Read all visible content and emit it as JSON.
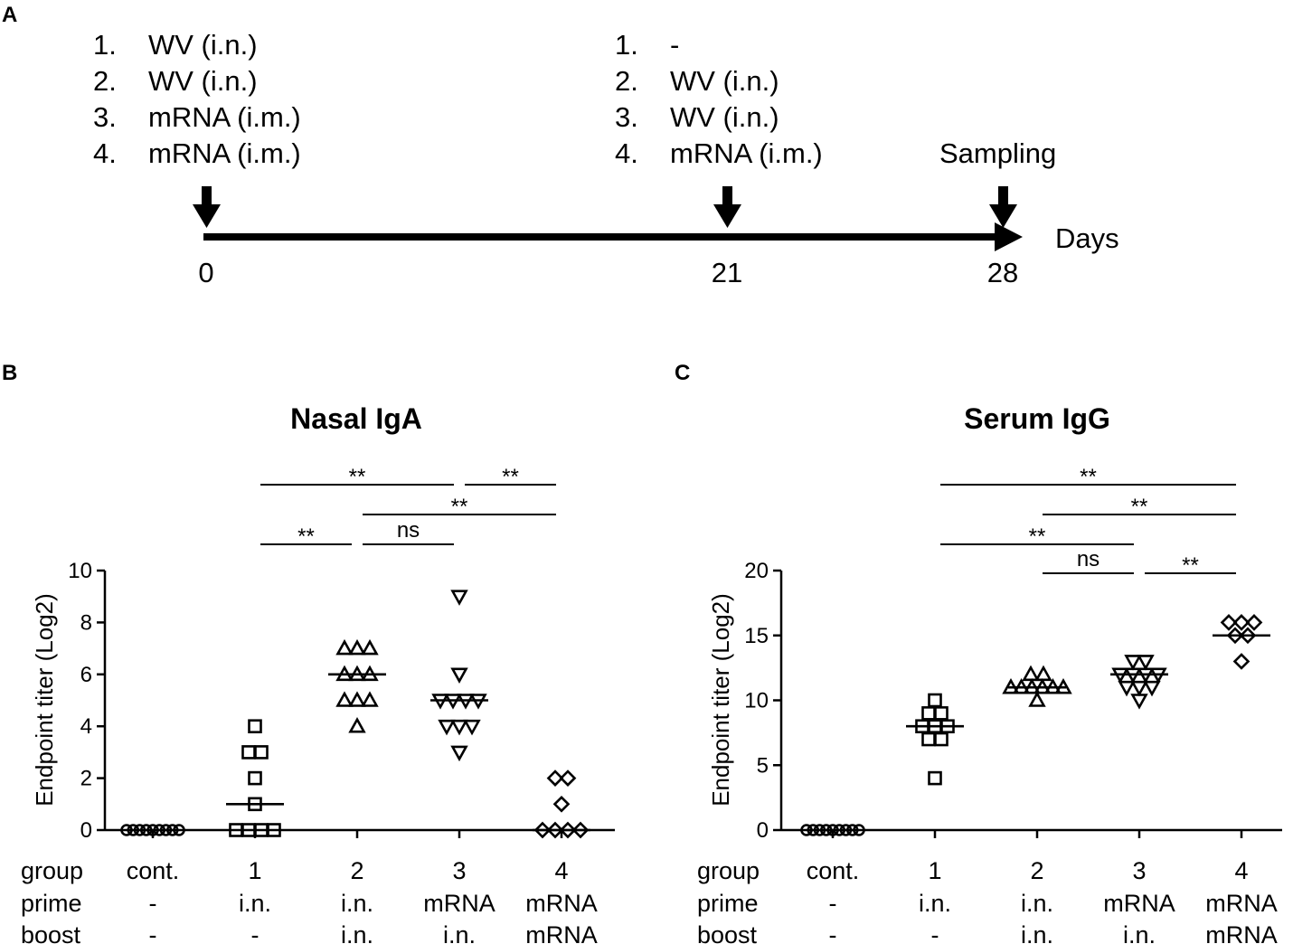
{
  "panel_a": {
    "letter": "A",
    "events": [
      {
        "day": "0",
        "lines": [
          {
            "num": "1.",
            "text": "WV (i.n.)"
          },
          {
            "num": "2.",
            "text": "WV (i.n.)"
          },
          {
            "num": "3.",
            "text": "mRNA (i.m.)"
          },
          {
            "num": "4.",
            "text": "mRNA (i.m.)"
          }
        ]
      },
      {
        "day": "21",
        "lines": [
          {
            "num": "1.",
            "text": "-"
          },
          {
            "num": "2.",
            "text": "WV (i.n.)"
          },
          {
            "num": "3.",
            "text": "WV (i.n.)"
          },
          {
            "num": "4.",
            "text": "mRNA (i.m.)"
          }
        ]
      },
      {
        "day": "28",
        "label": "Sampling"
      }
    ],
    "axis_label": "Days"
  },
  "table": {
    "row_labels": [
      "group",
      "prime",
      "boost"
    ],
    "groups": [
      "cont.",
      "1",
      "2",
      "3",
      "4"
    ],
    "prime": [
      "-",
      "i.n.",
      "i.n.",
      "mRNA",
      "mRNA"
    ],
    "boost": [
      "-",
      "-",
      "i.n.",
      "i.n.",
      "mRNA"
    ]
  },
  "chart_data": [
    {
      "panel": "B",
      "type": "scatter",
      "title": "Nasal IgA",
      "ylabel": "Endpoint titer (Log2)",
      "ylim": [
        0,
        10
      ],
      "yticks": [
        0,
        2,
        4,
        6,
        8,
        10
      ],
      "categories": [
        "cont.",
        "1",
        "2",
        "3",
        "4"
      ],
      "series": [
        {
          "group": "cont.",
          "marker": "circle",
          "values": [
            0,
            0,
            0,
            0,
            0,
            0,
            0,
            0,
            0
          ],
          "median": null
        },
        {
          "group": "1",
          "marker": "square",
          "values": [
            4,
            3,
            3,
            2,
            1,
            0,
            0,
            0,
            0
          ],
          "median": 1
        },
        {
          "group": "2",
          "marker": "triangle-up",
          "values": [
            7,
            7,
            7,
            6,
            6,
            6,
            5,
            5,
            5,
            4
          ],
          "median": 6
        },
        {
          "group": "3",
          "marker": "triangle-down",
          "values": [
            9,
            6,
            5,
            5,
            5,
            5,
            4,
            4,
            4,
            3
          ],
          "median": 5
        },
        {
          "group": "4",
          "marker": "diamond",
          "values": [
            2,
            2,
            1,
            0,
            0,
            0,
            0
          ],
          "median": 0
        }
      ],
      "significance": [
        {
          "from": "1",
          "to": "3",
          "label": "**"
        },
        {
          "from": "3",
          "to": "4",
          "label": "**"
        },
        {
          "from": "2",
          "to": "4",
          "label": "**"
        },
        {
          "from": "1",
          "to": "2",
          "label": "**"
        },
        {
          "from": "2",
          "to": "3",
          "label": "ns"
        }
      ]
    },
    {
      "panel": "C",
      "type": "scatter",
      "title": "Serum IgG",
      "ylabel": "Endpoint titer (Log2)",
      "ylim": [
        0,
        20
      ],
      "yticks": [
        0,
        5,
        10,
        15,
        20
      ],
      "categories": [
        "cont.",
        "1",
        "2",
        "3",
        "4"
      ],
      "series": [
        {
          "group": "cont.",
          "marker": "circle",
          "values": [
            0,
            0,
            0,
            0,
            0,
            0,
            0,
            0,
            0
          ],
          "median": null
        },
        {
          "group": "1",
          "marker": "square",
          "values": [
            10,
            9,
            9,
            8,
            8,
            8,
            7,
            7,
            4
          ],
          "median": 8
        },
        {
          "group": "2",
          "marker": "triangle-up",
          "values": [
            12,
            12,
            11,
            11,
            11,
            11,
            11,
            11,
            10
          ],
          "median": 11
        },
        {
          "group": "3",
          "marker": "triangle-down",
          "values": [
            13,
            13,
            12,
            12,
            12,
            12,
            11,
            11,
            11,
            10
          ],
          "median": 12
        },
        {
          "group": "4",
          "marker": "diamond",
          "values": [
            16,
            16,
            16,
            15,
            15,
            13
          ],
          "median": 15
        }
      ],
      "significance": [
        {
          "from": "1",
          "to": "4",
          "label": "**"
        },
        {
          "from": "2",
          "to": "4",
          "label": "**"
        },
        {
          "from": "1",
          "to": "3",
          "label": "**"
        },
        {
          "from": "2",
          "to": "3",
          "label": "ns"
        },
        {
          "from": "3",
          "to": "4",
          "label": "**"
        }
      ]
    }
  ]
}
